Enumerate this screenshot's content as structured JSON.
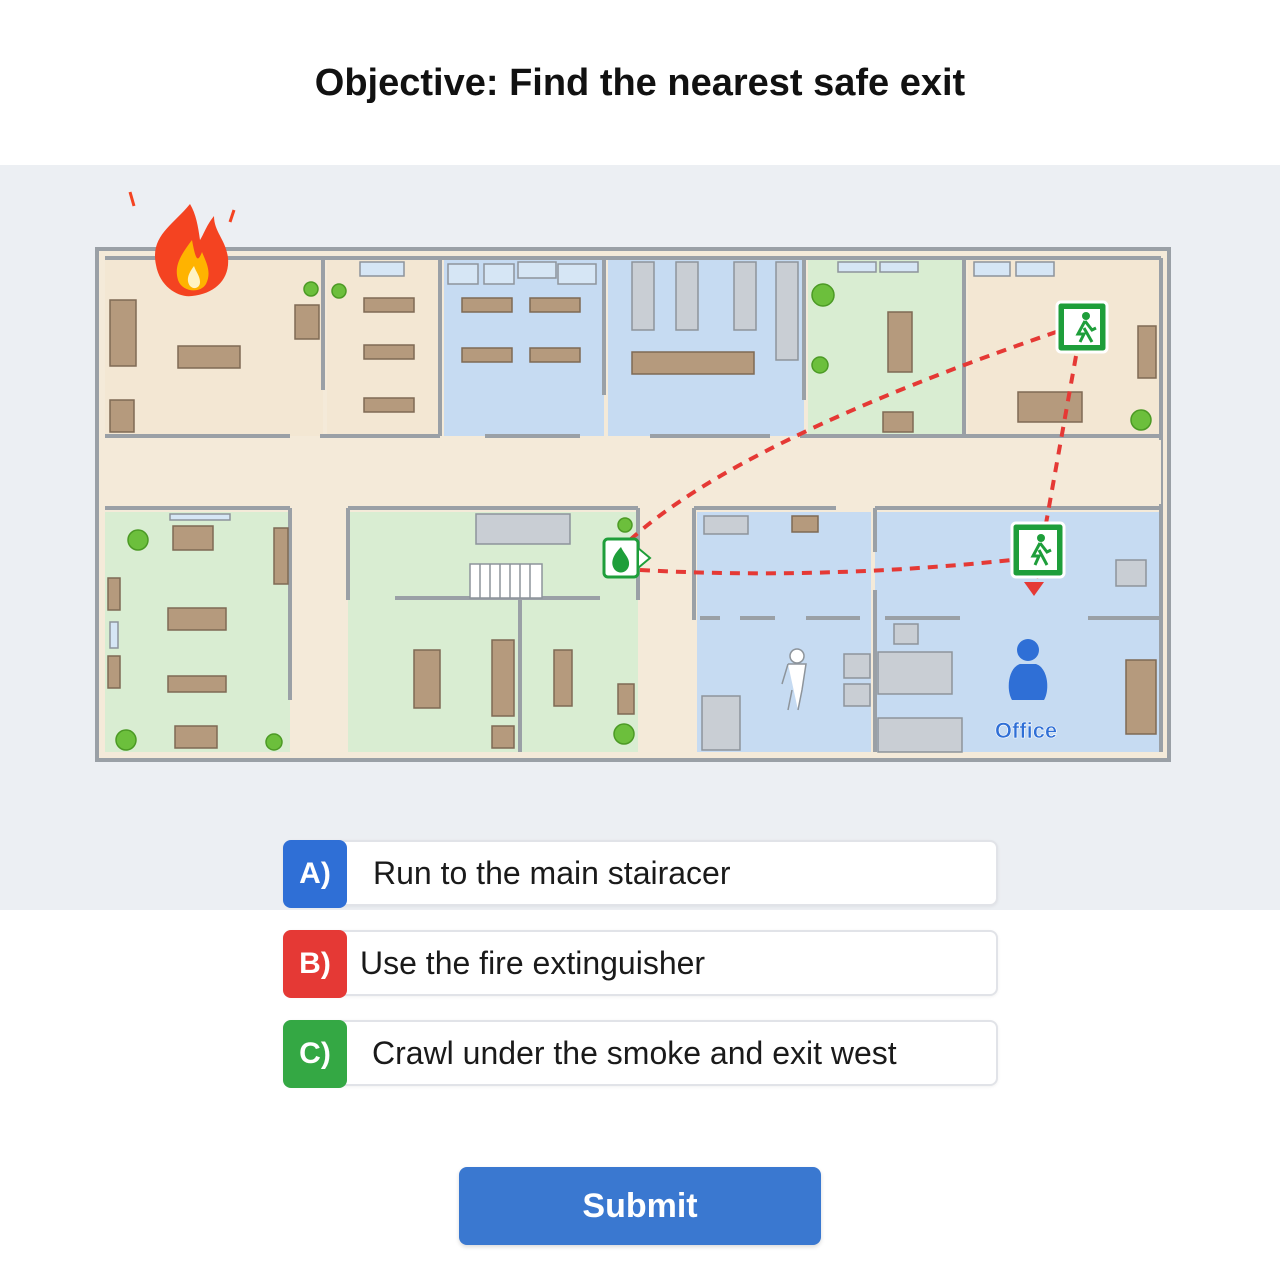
{
  "page": {
    "objective": "Objective: Find the nearest safe exit"
  },
  "map": {
    "current_location_label": "Office",
    "icons": {
      "fire": "fire-icon",
      "extinguisher": "fire-extinguisher-icon",
      "exit": "emergency-exit-icon",
      "person": "person-icon"
    },
    "colors": {
      "route": "#e53935",
      "exit_sign": "#1e9e3a",
      "person": "#2f6fd6",
      "room_beige": "#f3e7d3",
      "room_blue": "#c6dbf2",
      "room_green": "#d9edd2"
    }
  },
  "options": [
    {
      "badge": "A)",
      "text": "Run to the main stairacer",
      "color": "#2f6fd6"
    },
    {
      "badge": "B)",
      "text": "Use the fire extinguisher",
      "color": "#e53935"
    },
    {
      "badge": "C)",
      "text": "Crawl under the smoke and exit west",
      "color": "#34a844"
    }
  ],
  "submit": {
    "label": "Submit"
  }
}
